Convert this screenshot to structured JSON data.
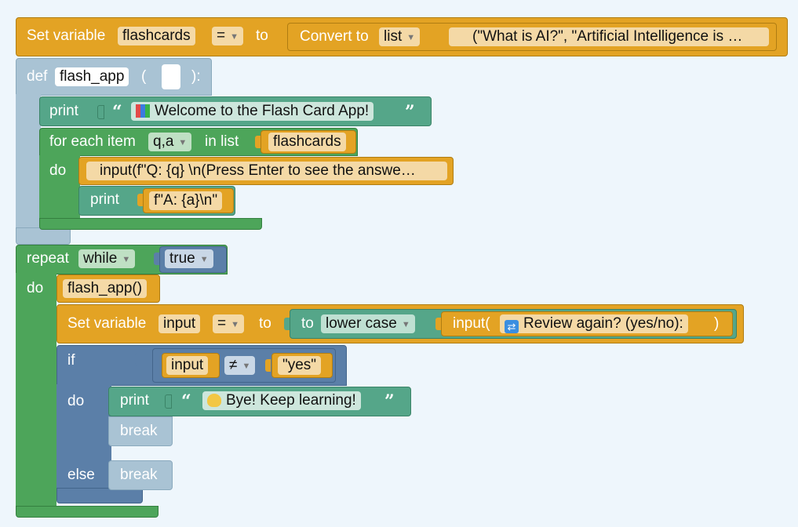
{
  "set_flashcards": {
    "label": "Set variable",
    "variable": "flashcards",
    "op": "=",
    "to_label": "to",
    "convert_label": "Convert to",
    "convert_type": "list",
    "value": "(\"What is AI?\", \"Artificial Intelligence is …"
  },
  "def_block": {
    "label": "def",
    "name": "flash_app",
    "open_paren": "(",
    "close_paren": "):"
  },
  "print_welcome": {
    "label": "print",
    "text": "Welcome to the Flash Card App!"
  },
  "for_each": {
    "label": "for each item",
    "vars": "q,a",
    "in_list_label": "in list",
    "list": "flashcards",
    "do_label": "do"
  },
  "input_q": {
    "text": "input(f\"Q: {q} \\n(Press Enter to see the answe…"
  },
  "print_a": {
    "label": "print",
    "text": "f\"A: {a}\\n\""
  },
  "repeat": {
    "label": "repeat",
    "mode": "while",
    "condition": "true",
    "do_label": "do"
  },
  "call_flash_app": {
    "text": "flash_app()"
  },
  "set_input": {
    "label": "Set variable",
    "variable": "input",
    "op": "=",
    "to_label": "to",
    "to2_label": "to",
    "case": "lower case",
    "input_label": "input(",
    "prompt": "Review again? (yes/no):",
    "close": ")"
  },
  "if_block": {
    "if_label": "if",
    "left": "input",
    "op": "≠",
    "right": "\"yes\"",
    "do_label": "do",
    "else_label": "else"
  },
  "print_bye": {
    "label": "print",
    "text": "Bye! Keep learning!"
  },
  "break1": {
    "label": "break"
  },
  "break2": {
    "label": "break"
  },
  "colors": {
    "variables": "#e3a324",
    "loops": "#4da55a",
    "text": "#55a689",
    "logic": "#5b7fa8",
    "functions": "#a9c3d4",
    "background": "#eef6fc"
  }
}
